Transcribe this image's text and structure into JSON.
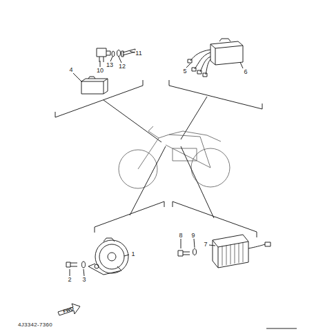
{
  "diagram": {
    "labels": [
      "4",
      "10",
      "13",
      "12",
      "11",
      "5",
      "6",
      "1",
      "2",
      "3",
      "8",
      "9",
      "7",
      "FWD",
      "4J3342-7360"
    ]
  }
}
